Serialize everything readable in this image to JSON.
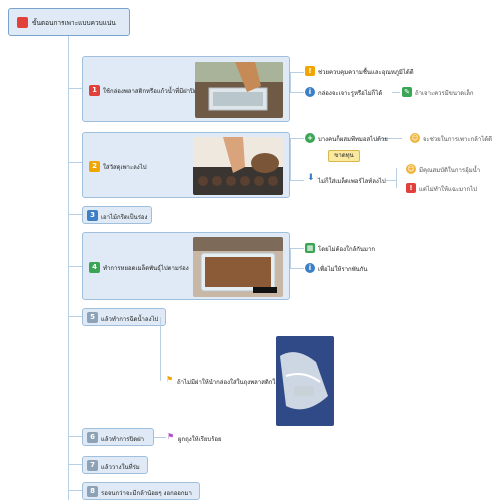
{
  "root": {
    "title": "ขั้นตอนการเพาะแบบควบแน่น"
  },
  "steps": [
    {
      "num": "1",
      "label": "ใช้กล่องพลาสติกหรือแก้วน้ำที่มีฝาปิด",
      "color": "#e2403a"
    },
    {
      "num": "2",
      "label": "ใส่วัสดุเพาะลงไป",
      "color": "#f0a500"
    },
    {
      "num": "3",
      "label": "เอาไม้กรีดเป็นร่อง",
      "color": "#3d7fc4"
    },
    {
      "num": "4",
      "label": "ทำการหยอดเมล็ดพันธุ์ไปตามร่อง",
      "color": "#3aa655"
    },
    {
      "num": "5",
      "label": "แล้วทำการฉีดน้ำลงไป",
      "color": "#8ea2b5"
    },
    {
      "num": "6",
      "label": "แล้วทำการปิดฝา",
      "color": "#8ea2b5"
    },
    {
      "num": "7",
      "label": "แล้ววางในที่ร่ม",
      "color": "#8ea2b5"
    },
    {
      "num": "8",
      "label": "รอจนกว่าจะมีกล้าน้อยๆ งอกออกมา",
      "color": "#8ea2b5"
    }
  ],
  "step1_notes": {
    "top": "ช่วยควบคุมความชื้นและอุณหภูมิได้ดี",
    "sub_left": "กล่องจะเจาะรูหรือไม่ก็ได้",
    "sub_right": "ถ้าเจาะควรมีขนาดเล็ก"
  },
  "step2_notes": {
    "callout": "ขาดทุน",
    "top_left": "บางคนก็ผสมพีทมอสไปด้วย",
    "top_right": "จะช่วยในการเพาะกล้าได้ดี",
    "bottom_left": "ไม่ก็ใส่เมล็ดเพอร์ไลท์ลงไป",
    "bottom_right_top": "มีคุณสมบัติในการอุ้มน้ำ",
    "bottom_right_bottom": "แต่ไม่ทำให้แฉะมากไป"
  },
  "step4_notes": {
    "top": "โดยไม่ต้องใกล้กันมาก",
    "bottom": "เพื่อไม่ให้รากพันกัน"
  },
  "step5_notes": {
    "note": "ถ้าไม่มีฝาให้นำกล่องใส่ในถุงพลาสติกใส"
  },
  "step6_notes": {
    "note": "ผูกถุงให้เรียบร้อย"
  }
}
